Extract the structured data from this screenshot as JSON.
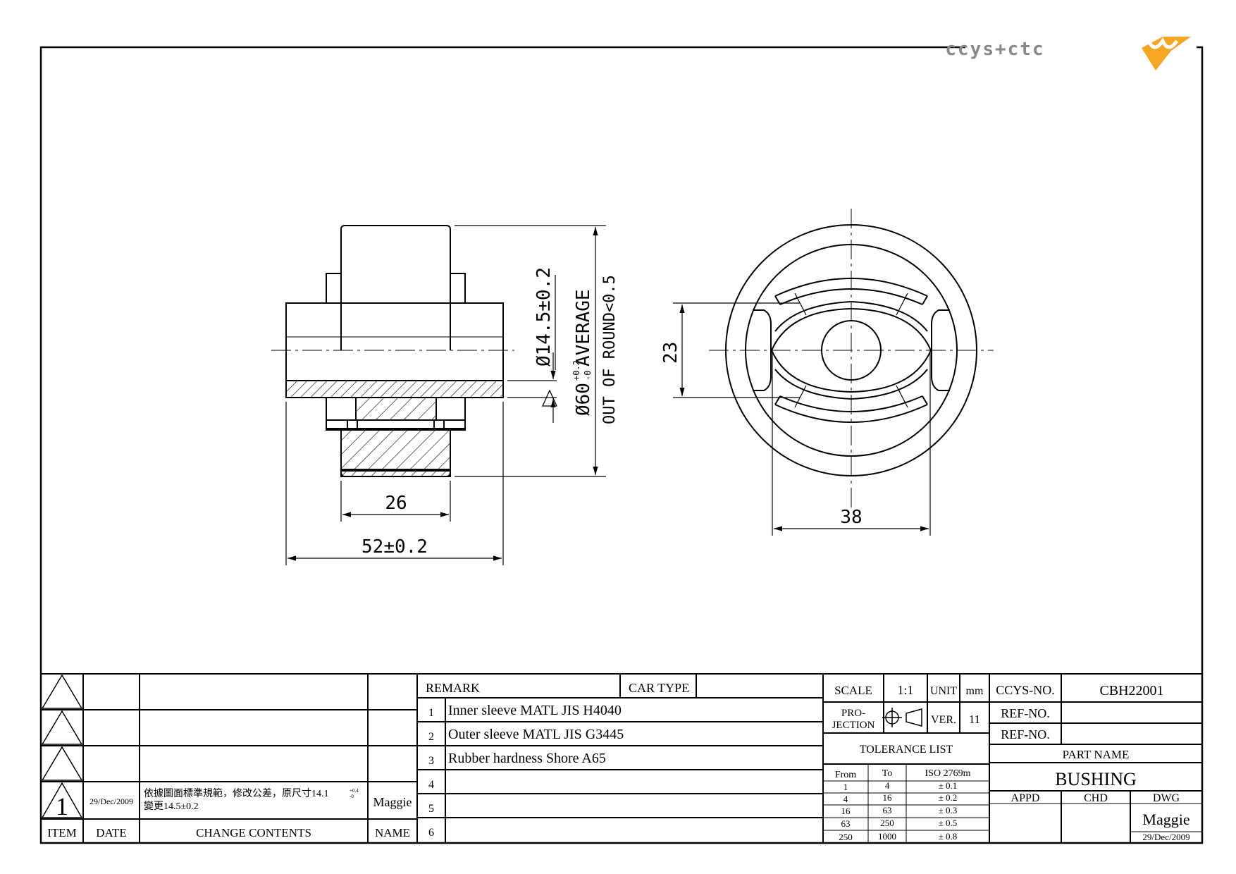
{
  "logo": {
    "text": "ccys+ctc",
    "accent_color": "#f5a623",
    "text_color": "#888888"
  },
  "dimensions": {
    "width_26": "26",
    "width_52": "52±0.2",
    "dia_14_5": "Ø14.5±0.2",
    "dia_60_main": "Ø60",
    "dia_60_tol_upper": "+0.2",
    "dia_60_tol_lower": "-0",
    "dia_60_suffix": "AVERAGE",
    "out_of_round": "OUT OF ROUND<0.5",
    "height_23": "23",
    "width_38": "38",
    "revision_symbol": "1"
  },
  "revision_block": {
    "headers": {
      "item": "ITEM",
      "date": "DATE",
      "contents": "CHANGE CONTENTS",
      "name": "NAME"
    },
    "entry": {
      "item": "1",
      "date": "29/Dec/2009",
      "contents_line1": "依據圖面標準規範，修改公差，原尺寸14.1",
      "contents_line1_tol_upper": "+0.4",
      "contents_line1_tol_lower": "-0",
      "contents_line2": "變更14.5±0.2",
      "name": "Maggie"
    }
  },
  "remarks": {
    "label": "REMARK",
    "car_type_label": "CAR TYPE",
    "items": [
      {
        "no": "1",
        "text": "Inner sleeve MATL JIS H4040"
      },
      {
        "no": "2",
        "text": "Outer sleeve MATL JIS G3445"
      },
      {
        "no": "3",
        "text": "Rubber hardness Shore A65"
      },
      {
        "no": "4",
        "text": ""
      },
      {
        "no": "5",
        "text": ""
      },
      {
        "no": "6",
        "text": ""
      }
    ]
  },
  "title_block": {
    "scale_label": "SCALE",
    "scale_value": "1:1",
    "unit_label": "UNIT",
    "unit_value": "mm",
    "projection_label_1": "PRO-",
    "projection_label_2": "JECTION",
    "ver_label": "VER.",
    "ver_value": "11",
    "tolerance_title": "TOLERANCE LIST",
    "tol_headers": {
      "from": "From",
      "to": "To",
      "iso": "ISO 2769m"
    },
    "tolerances": [
      {
        "from": "1",
        "to": "4",
        "tol": "± 0.1"
      },
      {
        "from": "4",
        "to": "16",
        "tol": "± 0.2"
      },
      {
        "from": "16",
        "to": "63",
        "tol": "± 0.3"
      },
      {
        "from": "63",
        "to": "250",
        "tol": "± 0.5"
      },
      {
        "from": "250",
        "to": "1000",
        "tol": "± 0.8"
      }
    ],
    "ccys_no_label": "CCYS-NO.",
    "ccys_no_value": "CBH22001",
    "ref_no_label_1": "REF-NO.",
    "ref_no_label_2": "REF-NO.",
    "part_name_label": "PART NAME",
    "part_name_value": "BUSHING",
    "appd_label": "APPD",
    "chd_label": "CHD",
    "dwg_label": "DWG",
    "dwg_name": "Maggie",
    "dwg_date": "29/Dec/2009"
  }
}
